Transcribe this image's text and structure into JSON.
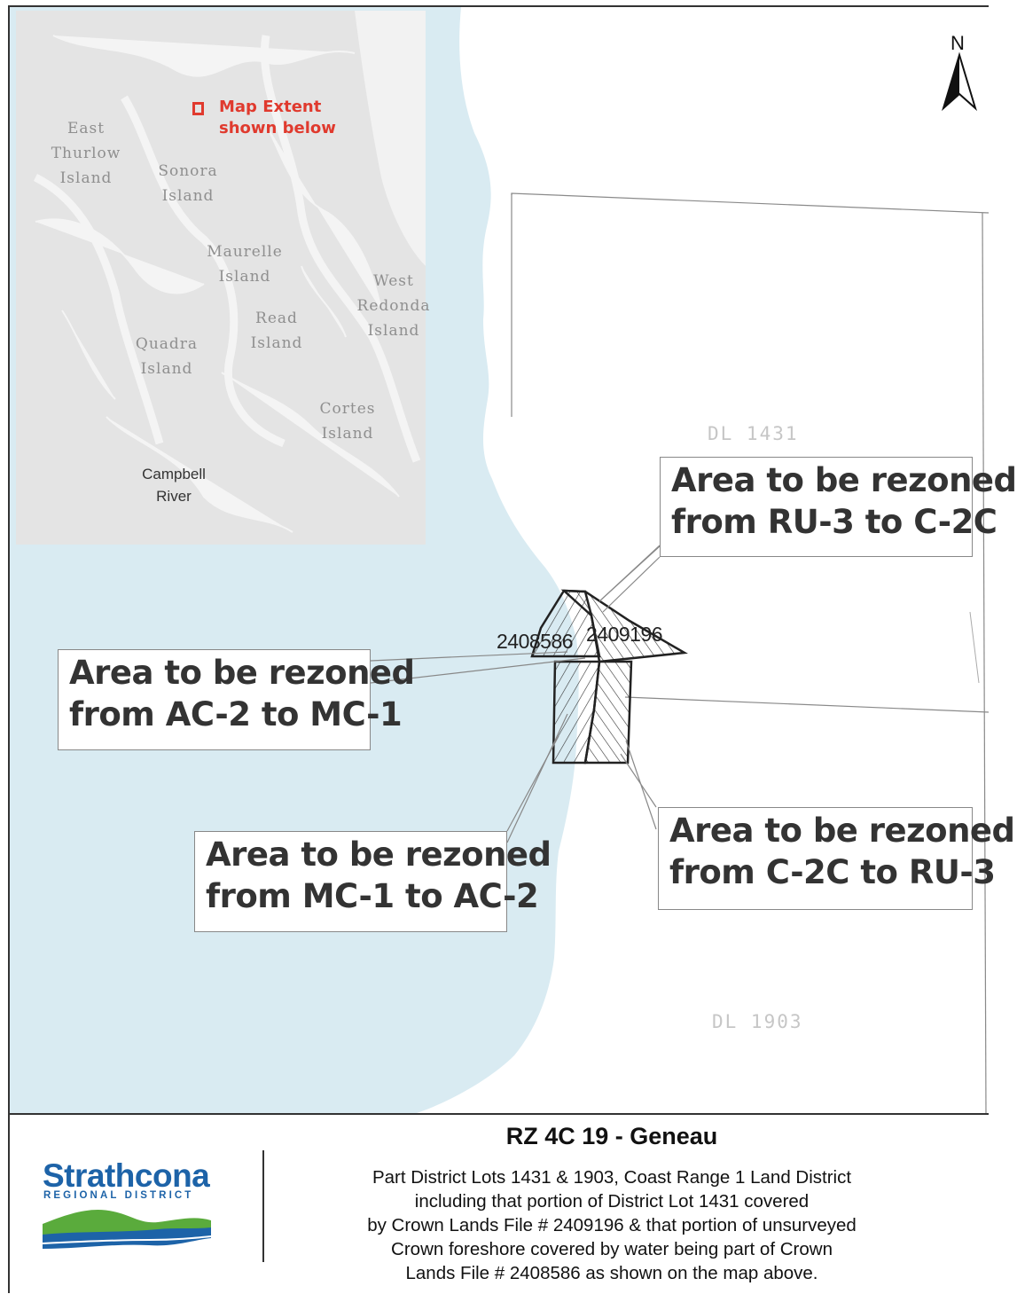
{
  "inset": {
    "legend_label": [
      "Map Extent",
      "shown below"
    ],
    "legend_color": "#e03a2e",
    "places": [
      {
        "id": "east-thurlow-island",
        "lines": [
          "East",
          "Thurlow",
          "Island"
        ]
      },
      {
        "id": "sonora-island",
        "lines": [
          "Sonora",
          "Island"
        ]
      },
      {
        "id": "maurelle-island",
        "lines": [
          "Maurelle",
          "Island"
        ]
      },
      {
        "id": "west-redonda-island",
        "lines": [
          "West",
          "Redonda",
          "Island"
        ]
      },
      {
        "id": "read-island",
        "lines": [
          "Read",
          "Island"
        ]
      },
      {
        "id": "quadra-island",
        "lines": [
          "Quadra",
          "Island"
        ]
      },
      {
        "id": "cortes-island",
        "lines": [
          "Cortes",
          "Island"
        ]
      }
    ],
    "city": [
      "Campbell",
      "River"
    ]
  },
  "map": {
    "north_label": "N",
    "water_color": "#d9ebf2",
    "parcels": {
      "left_number": "2408586",
      "right_number": "2409196"
    },
    "district_lots": [
      "DL 1431",
      "DL 1903"
    ],
    "callouts": [
      {
        "id": "ru3-to-c2c",
        "lines": [
          "Area to be rezoned",
          "from RU-3 to C-2C"
        ]
      },
      {
        "id": "ac2-to-mc1",
        "lines": [
          "Area to be rezoned",
          "from AC-2 to MC-1"
        ]
      },
      {
        "id": "mc1-to-ac2",
        "lines": [
          "Area to be rezoned",
          "from MC-1 to AC-2"
        ]
      },
      {
        "id": "c2c-to-ru3",
        "lines": [
          "Area to be rezoned",
          "from C-2C to RU-3"
        ]
      }
    ]
  },
  "footer": {
    "title": "RZ 4C 19 - Geneau",
    "description": [
      "Part District Lots 1431 & 1903, Coast Range 1 Land District",
      "including that portion of District Lot 1431 covered",
      "by Crown Lands File # 2409196 & that portion of unsurveyed",
      "Crown foreshore covered by water being part of Crown",
      "Lands File # 2408586 as shown on the map above."
    ],
    "logo": {
      "name": "Strathcona",
      "subtitle": "REGIONAL DISTRICT",
      "brand_color": "#1d63a8",
      "green_color": "#5aab3c"
    }
  }
}
